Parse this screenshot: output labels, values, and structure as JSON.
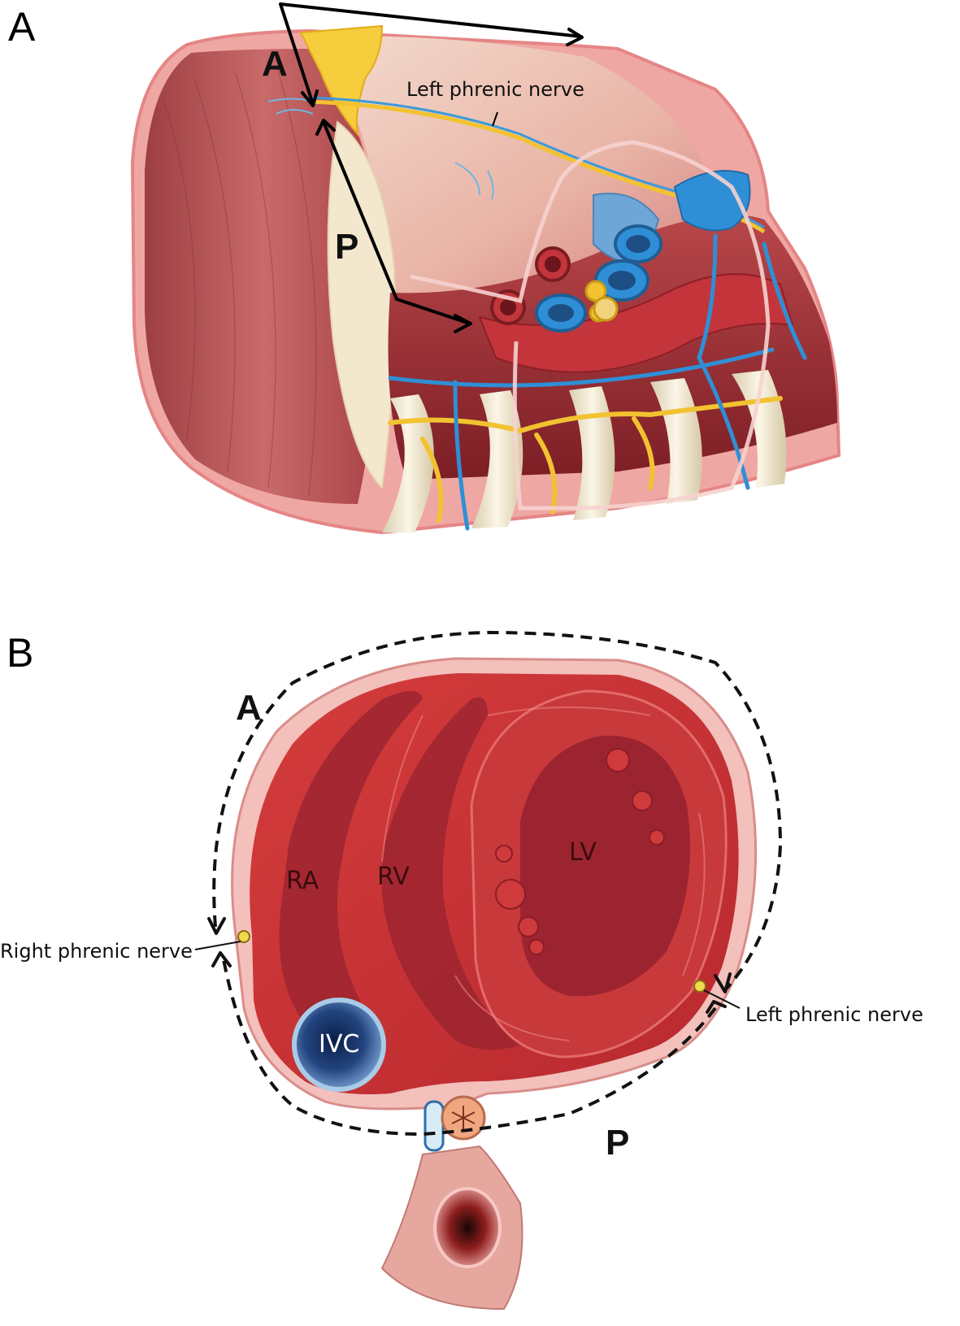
{
  "panel_a": {
    "panel_label": "A",
    "label_anterior": "A",
    "label_posterior": "P",
    "nerve_label": "Left phrenic nerve"
  },
  "panel_b": {
    "panel_label": "B",
    "label_anterior": "A",
    "label_posterior": "P",
    "right_nerve_label": "Right phrenic nerve",
    "left_nerve_label": "Left phrenic nerve",
    "chambers": {
      "ra": "RA",
      "rv": "RV",
      "lv": "LV",
      "ivc": "IVC"
    }
  },
  "colors": {
    "myocardium": "#c8393b",
    "pericardium": "#f2b2ad",
    "vein_blue": "#2f8fd6",
    "nerve_yellow": "#f2c230",
    "rib": "#efe6cf"
  }
}
